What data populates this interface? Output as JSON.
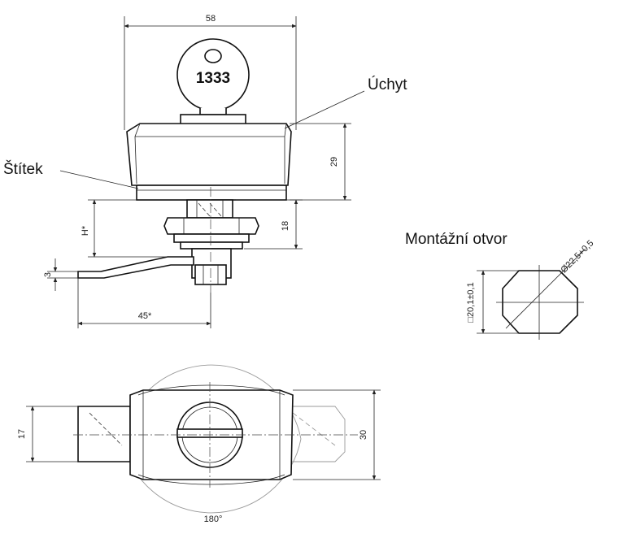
{
  "labels": {
    "key_number": "1333",
    "uchyt": "Úchyt",
    "stitek": "Štítek",
    "montazni_otvor": "Montážní otvor"
  },
  "dimensions": {
    "width_top": "58",
    "height_handle": "29",
    "height_body": "18",
    "h_star": "H*",
    "cam_thickness": "3",
    "cam_offset": "45*",
    "hole_square": "□20,1±0,1",
    "hole_diameter": "Ø22,5+0,5",
    "bottom_width": "30",
    "bottom_cam": "17",
    "rotation_angle": "180°"
  }
}
